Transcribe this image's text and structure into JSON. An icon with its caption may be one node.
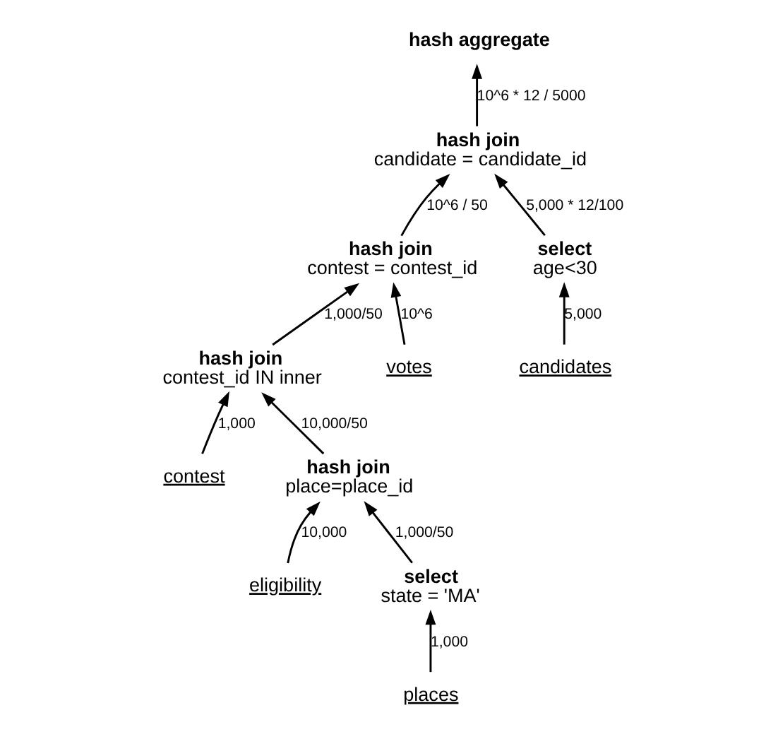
{
  "diagram": {
    "nodes": [
      {
        "text": [
          "hash aggregate"
        ]
      },
      {
        "text": [
          "hash join",
          "candidate = candidate_id"
        ]
      },
      {
        "text": [
          "hash join",
          "contest = contest_id"
        ]
      },
      {
        "text": [
          "select",
          "age<30"
        ]
      },
      {
        "text": [
          "hash join",
          "contest_id IN inner"
        ]
      },
      {
        "text": [
          "votes"
        ]
      },
      {
        "text": [
          "candidates"
        ]
      },
      {
        "text": [
          "contest"
        ]
      },
      {
        "text": [
          "hash join",
          "place=place_id"
        ]
      },
      {
        "text": [
          "eligibility"
        ]
      },
      {
        "text": [
          "select",
          "state = 'MA'"
        ]
      },
      {
        "text": [
          "places"
        ]
      }
    ],
    "edges": [
      {
        "from": 1,
        "to": 0,
        "arrow": "to",
        "label": "10^6 * 12 / 5000"
      },
      {
        "from": 2,
        "to": 1,
        "arrow": "to",
        "label": "10^6 / 50"
      },
      {
        "from": 3,
        "to": 1,
        "arrow": "to",
        "label": "5,000 * 12/100"
      },
      {
        "from": 4,
        "to": 2,
        "arrow": "to",
        "label": "1,000/50"
      },
      {
        "from": 5,
        "to": 2,
        "arrow": "to",
        "label": "10^6"
      },
      {
        "from": 6,
        "to": 3,
        "arrow": "to",
        "label": "5,000"
      },
      {
        "from": 7,
        "to": 4,
        "arrow": "to",
        "label": "1,000"
      },
      {
        "from": 8,
        "to": 4,
        "arrow": "to",
        "label": "10,000/50"
      },
      {
        "from": 9,
        "to": 8,
        "arrow": "to",
        "label": "10,000"
      },
      {
        "from": 10,
        "to": 8,
        "arrow": "to",
        "label": "1,000/50"
      },
      {
        "from": 11,
        "to": 10,
        "arrow": "to",
        "label": "1,000"
      }
    ]
  }
}
